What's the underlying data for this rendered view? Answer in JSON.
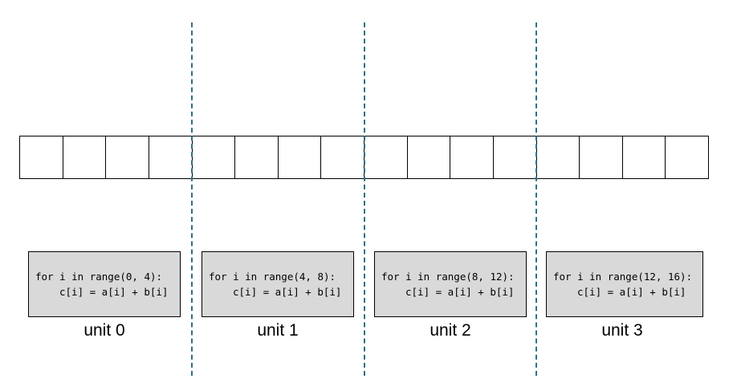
{
  "diagram": {
    "array_cells": 16,
    "divider_color": "#2f6f86",
    "box_fill": "#d9d9d9",
    "units": [
      {
        "label": "unit 0",
        "code_line1": "for i in range(0, 4):",
        "code_line2": "c[i] = a[i] + b[i]"
      },
      {
        "label": "unit 1",
        "code_line1": "for i in range(4, 8):",
        "code_line2": "c[i] = a[i] + b[i]"
      },
      {
        "label": "unit 2",
        "code_line1": "for i in range(8, 12):",
        "code_line2": "c[i] = a[i] + b[i]"
      },
      {
        "label": "unit 3",
        "code_line1": "for i in range(12, 16):",
        "code_line2": "c[i] = a[i] + b[i]"
      }
    ]
  }
}
